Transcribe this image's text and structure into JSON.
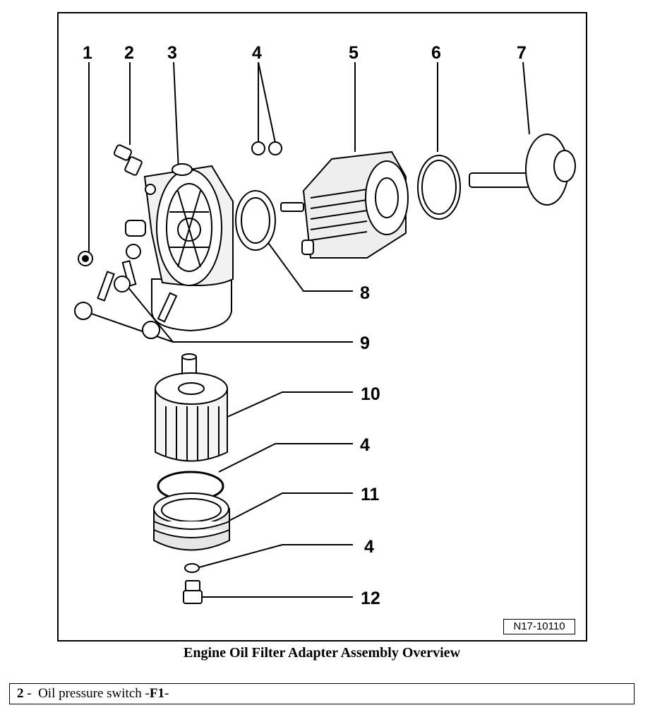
{
  "figure": {
    "callouts": [
      "1",
      "2",
      "3",
      "4",
      "5",
      "6",
      "7",
      "8",
      "9",
      "10",
      "4",
      "11",
      "4",
      "12"
    ],
    "reference_code": "N17-10110",
    "caption": "Engine Oil Filter Adapter Assembly Overview"
  },
  "legend_item": {
    "number": "2",
    "separator": " -  ",
    "description": "Oil pressure switch -",
    "code": "F1",
    "suffix": "-"
  }
}
